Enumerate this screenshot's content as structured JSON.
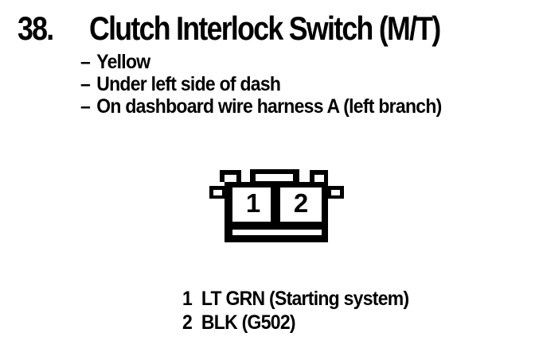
{
  "page": {
    "background_color": "#ffffff",
    "ink_color": "#000000"
  },
  "header": {
    "number": "38.",
    "title": "Clutch Interlock Switch (M/T)"
  },
  "details": {
    "items": [
      {
        "bullet": "–",
        "text": "Yellow"
      },
      {
        "bullet": "–",
        "text": "Under left side of dash"
      },
      {
        "bullet": "–",
        "text": "On dashboard wire harness A (left branch)"
      }
    ]
  },
  "connector": {
    "description": "2-cavity connector, front view",
    "cavities": [
      {
        "number": "1"
      },
      {
        "number": "2"
      }
    ]
  },
  "legend": {
    "entries": [
      {
        "pin": "1",
        "wire": "LT GRN (Starting system)"
      },
      {
        "pin": "2",
        "wire": "BLK (G502)"
      }
    ]
  }
}
